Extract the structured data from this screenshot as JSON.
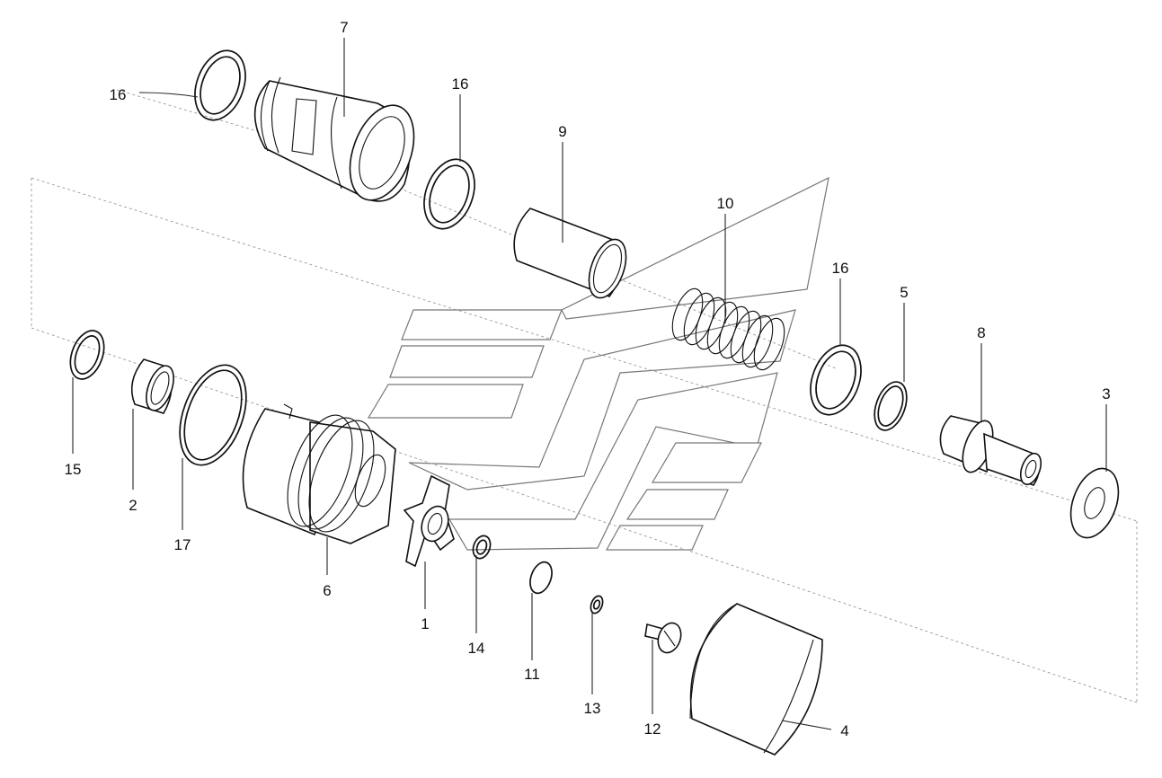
{
  "diagram": {
    "labels": [
      {
        "id": "lbl-16a",
        "text": "16"
      },
      {
        "id": "lbl-7",
        "text": "7"
      },
      {
        "id": "lbl-16b",
        "text": "16"
      },
      {
        "id": "lbl-9",
        "text": "9"
      },
      {
        "id": "lbl-10",
        "text": "10"
      },
      {
        "id": "lbl-16c",
        "text": "16"
      },
      {
        "id": "lbl-5",
        "text": "5"
      },
      {
        "id": "lbl-8",
        "text": "8"
      },
      {
        "id": "lbl-3",
        "text": "3"
      },
      {
        "id": "lbl-15",
        "text": "15"
      },
      {
        "id": "lbl-2",
        "text": "2"
      },
      {
        "id": "lbl-17",
        "text": "17"
      },
      {
        "id": "lbl-6",
        "text": "6"
      },
      {
        "id": "lbl-1",
        "text": "1"
      },
      {
        "id": "lbl-14",
        "text": "14"
      },
      {
        "id": "lbl-11",
        "text": "11"
      },
      {
        "id": "lbl-13",
        "text": "13"
      },
      {
        "id": "lbl-12",
        "text": "12"
      },
      {
        "id": "lbl-4",
        "text": "4"
      }
    ]
  }
}
